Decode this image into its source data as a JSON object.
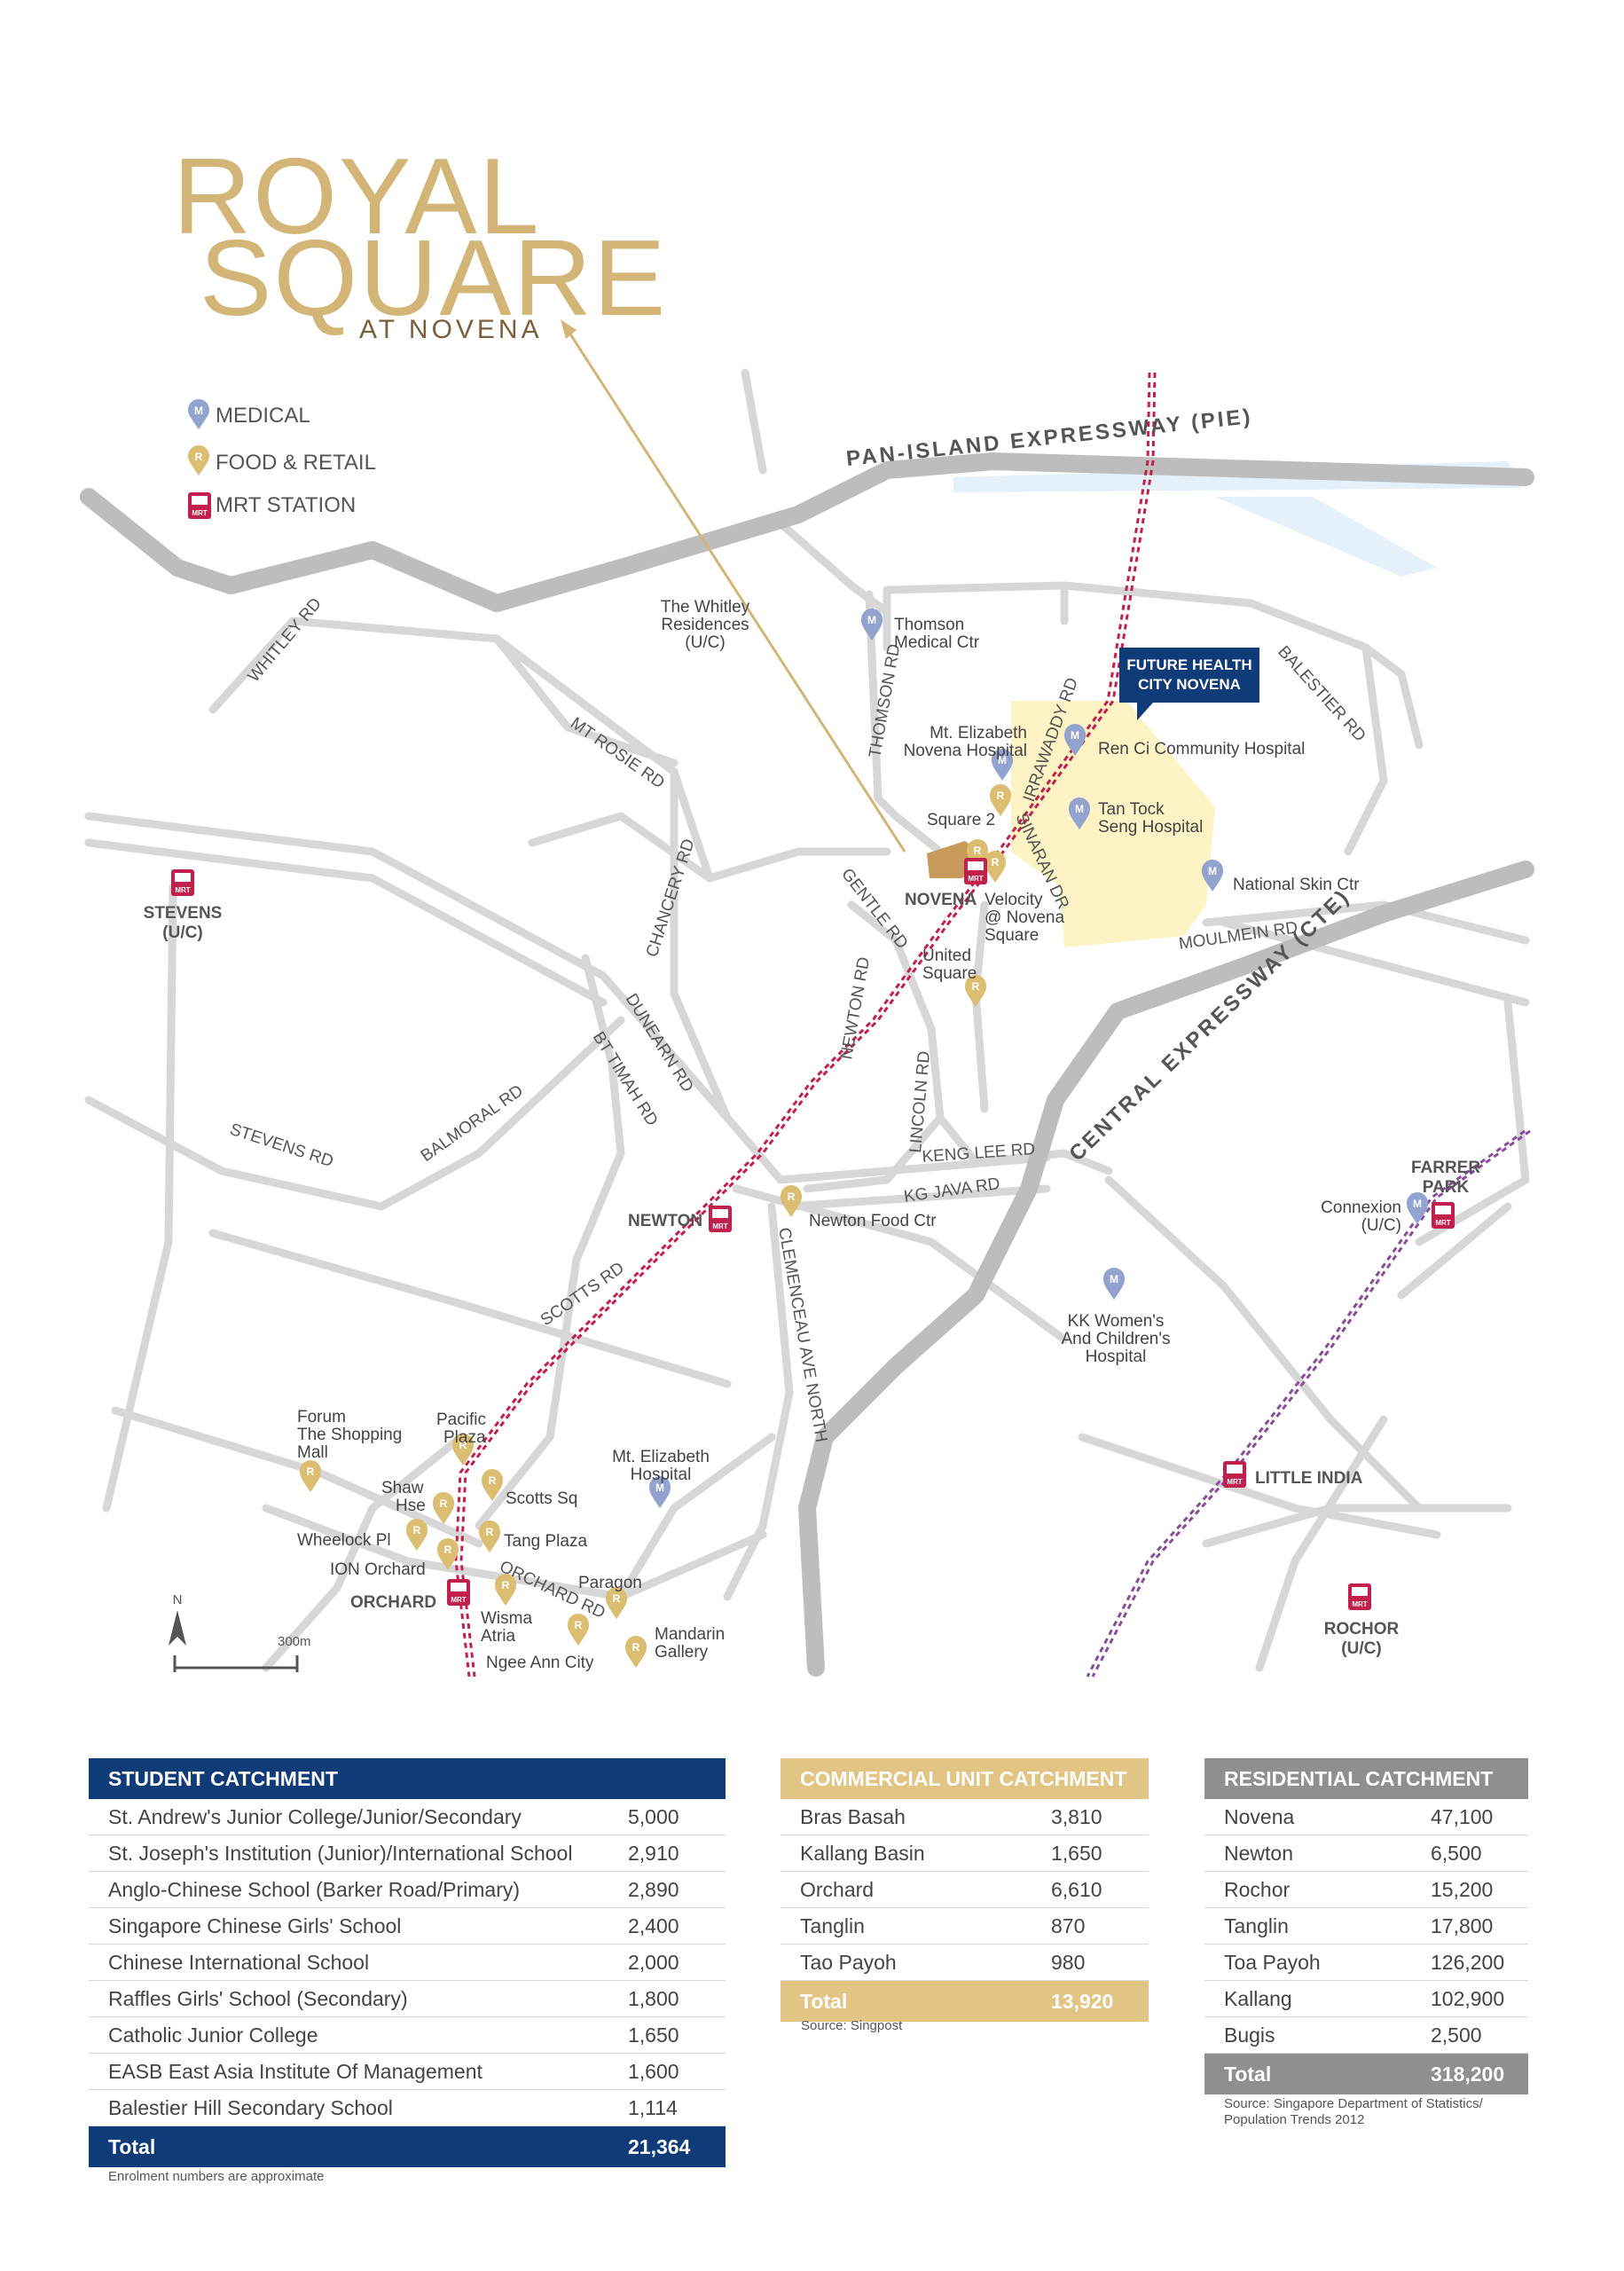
{
  "logo": {
    "line1": "ROYAL",
    "line2": "SQUARE",
    "line3": "AT NOVENA"
  },
  "legend": [
    {
      "icon": "medical-pin-icon",
      "label": "MEDICAL"
    },
    {
      "icon": "food-retail-pin-icon",
      "label": "FOOD & RETAIL"
    },
    {
      "icon": "mrt-station-icon",
      "label": "MRT STATION"
    }
  ],
  "colors": {
    "gold": "#d3b577",
    "navy": "#0f3b78",
    "grey": "#8f8f8f",
    "mrt": "#c21f4c",
    "road": "#d5d5d5",
    "expressway": "#b9b9b9",
    "health_city": "#fdf3c4"
  },
  "roads": {
    "pie": "PAN-ISLAND EXPRESSWAY (PIE)",
    "cte": "CENTRAL EXPRESSWAY (CTE)",
    "whitley": "WHITLEY RD",
    "mt_rosie": "MT ROSIE RD",
    "thomson": "THOMSON RD",
    "irrawaddy": "IRRAWADDY RD",
    "balestier": "BALESTIER RD",
    "chancery": "CHANCERY RD",
    "gentle": "GENTLE RD",
    "sinaran": "SINARAN DR",
    "moulmein": "MOULMEIN RD",
    "newton": "NEWTON RD",
    "dunearn": "DUNEARN RD",
    "bt_timah": "BT TIMAH RD",
    "balmoral": "BALMORAL RD",
    "stevens": "STEVENS RD",
    "lincoln": "LINCOLN RD",
    "keng_lee": "KENG LEE RD",
    "kg_java": "KG JAVA RD",
    "scotts": "SCOTTS RD",
    "clemenceau": "CLEMENCEAU AVE NORTH",
    "orchard": "ORCHARD RD"
  },
  "stations": {
    "stevens": [
      "STEVENS",
      "(U/C)"
    ],
    "novena": "NOVENA",
    "newton": "NEWTON",
    "orchard": "ORCHARD",
    "farrer": [
      "FARRER",
      "PARK"
    ],
    "little_india": "LITTLE INDIA",
    "rochor": [
      "ROCHOR",
      "(U/C)"
    ]
  },
  "places": {
    "whitley_res": [
      "The Whitley",
      "Residences",
      "(U/C)"
    ],
    "thomson_med": [
      "Thomson",
      "Medical Ctr"
    ],
    "mt_e_novena": [
      "Mt. Elizabeth",
      "Novena Hospital"
    ],
    "ren_ci": "Ren Ci Community Hospital",
    "ttsh": [
      "Tan Tock",
      "Seng Hospital"
    ],
    "nsc": "National Skin Ctr",
    "square2": "Square 2",
    "velocity": [
      "Velocity",
      "@ Novena",
      "Square"
    ],
    "united": [
      "United",
      "Square"
    ],
    "newton_food": "Newton Food Ctr",
    "kkh": [
      "KK Women's",
      "And Children's",
      "Hospital"
    ],
    "connexion": [
      "Connexion",
      "(U/C)"
    ],
    "forum": [
      "Forum",
      "The Shopping",
      "Mall"
    ],
    "pacific": [
      "Pacific",
      "Plaza"
    ],
    "shaw": [
      "Shaw",
      "Hse"
    ],
    "scotts_sq": "Scotts Sq",
    "tang": "Tang Plaza",
    "mt_e_hosp": [
      "Mt. Elizabeth",
      "Hospital"
    ],
    "wheelock": "Wheelock Pl",
    "ion": "ION Orchard",
    "paragon": "Paragon",
    "wisma": [
      "Wisma",
      "Atria"
    ],
    "ngee_ann": "Ngee Ann City",
    "mandarin": [
      "Mandarin",
      "Gallery"
    ]
  },
  "callout": [
    "FUTURE HEALTH",
    "CITY NOVENA"
  ],
  "scale": {
    "north": "N",
    "label": "300m"
  },
  "student": {
    "title": "STUDENT CATCHMENT",
    "rows": [
      {
        "name": "St. Andrew's Junior College/Junior/Secondary",
        "value": "5,000"
      },
      {
        "name": "St. Joseph's Institution (Junior)/International School",
        "value": "2,910"
      },
      {
        "name": "Anglo-Chinese School (Barker Road/Primary)",
        "value": "2,890"
      },
      {
        "name": "Singapore Chinese Girls' School",
        "value": "2,400"
      },
      {
        "name": "Chinese International School",
        "value": "2,000"
      },
      {
        "name": "Raffles Girls' School (Secondary)",
        "value": "1,800"
      },
      {
        "name": "Catholic Junior College",
        "value": "1,650"
      },
      {
        "name": "EASB East Asia Institute Of Management",
        "value": "1,600"
      },
      {
        "name": "Balestier Hill Secondary School",
        "value": "1,114"
      }
    ],
    "total_label": "Total",
    "total_value": "21,364",
    "note": "Enrolment numbers are approximate"
  },
  "commercial": {
    "title": "COMMERCIAL UNIT CATCHMENT",
    "rows": [
      {
        "name": "Bras Basah",
        "value": "3,810"
      },
      {
        "name": "Kallang Basin",
        "value": "1,650"
      },
      {
        "name": "Orchard",
        "value": "6,610"
      },
      {
        "name": "Tanglin",
        "value": "870"
      },
      {
        "name": "Tao Payoh",
        "value": "980"
      }
    ],
    "total_label": "Total",
    "total_value": "13,920",
    "note": "Source: Singpost"
  },
  "residential": {
    "title": "RESIDENTIAL CATCHMENT",
    "rows": [
      {
        "name": "Novena",
        "value": "47,100"
      },
      {
        "name": "Newton",
        "value": "6,500"
      },
      {
        "name": "Rochor",
        "value": "15,200"
      },
      {
        "name": "Tanglin",
        "value": "17,800"
      },
      {
        "name": "Toa Payoh",
        "value": "126,200"
      },
      {
        "name": "Kallang",
        "value": "102,900"
      },
      {
        "name": "Bugis",
        "value": "2,500"
      }
    ],
    "total_label": "Total",
    "total_value": "318,200",
    "note1": "Source: Singapore Department of Statistics/",
    "note2": "Population Trends 2012"
  }
}
